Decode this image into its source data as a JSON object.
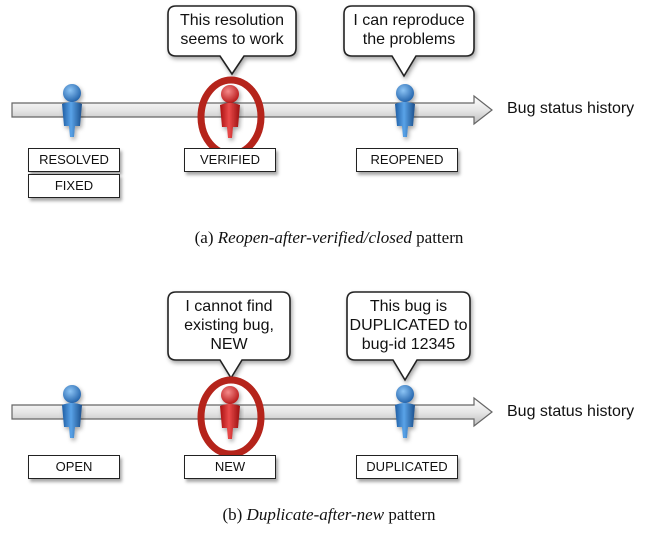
{
  "colors": {
    "blue_person": "#2f78c4",
    "red_person": "#d01f1f",
    "highlight_ring": "#b5241b",
    "arrow_fill": "#eeeeee",
    "arrow_stroke": "#555555"
  },
  "panel_a": {
    "timeline_label": "Bug status history",
    "callouts": [
      {
        "lines": [
          "This resolution",
          "seems to work"
        ]
      },
      {
        "lines": [
          "I can reproduce",
          "the problems"
        ]
      }
    ],
    "statuses": [
      {
        "label": "RESOLVED",
        "sub_label": "FIXED"
      },
      {
        "label": "VERIFIED"
      },
      {
        "label": "REOPENED"
      }
    ],
    "caption": {
      "prefix": "(a) ",
      "italic": "Reopen-after-verified/closed",
      "suffix": " pattern"
    }
  },
  "panel_b": {
    "timeline_label": "Bug status history",
    "callouts": [
      {
        "lines": [
          "I cannot find",
          "existing bug,",
          "NEW"
        ]
      },
      {
        "lines": [
          "This bug is",
          "DUPLICATED to",
          "bug-id 12345"
        ]
      }
    ],
    "statuses": [
      {
        "label": "OPEN"
      },
      {
        "label": "NEW"
      },
      {
        "label": "DUPLICATED"
      }
    ],
    "caption": {
      "prefix": "(b) ",
      "italic": "Duplicate-after-new",
      "suffix": " pattern"
    }
  },
  "icons": {
    "person": "person-icon",
    "highlight": "highlight-ring-icon",
    "arrow": "timeline-arrow-icon"
  }
}
